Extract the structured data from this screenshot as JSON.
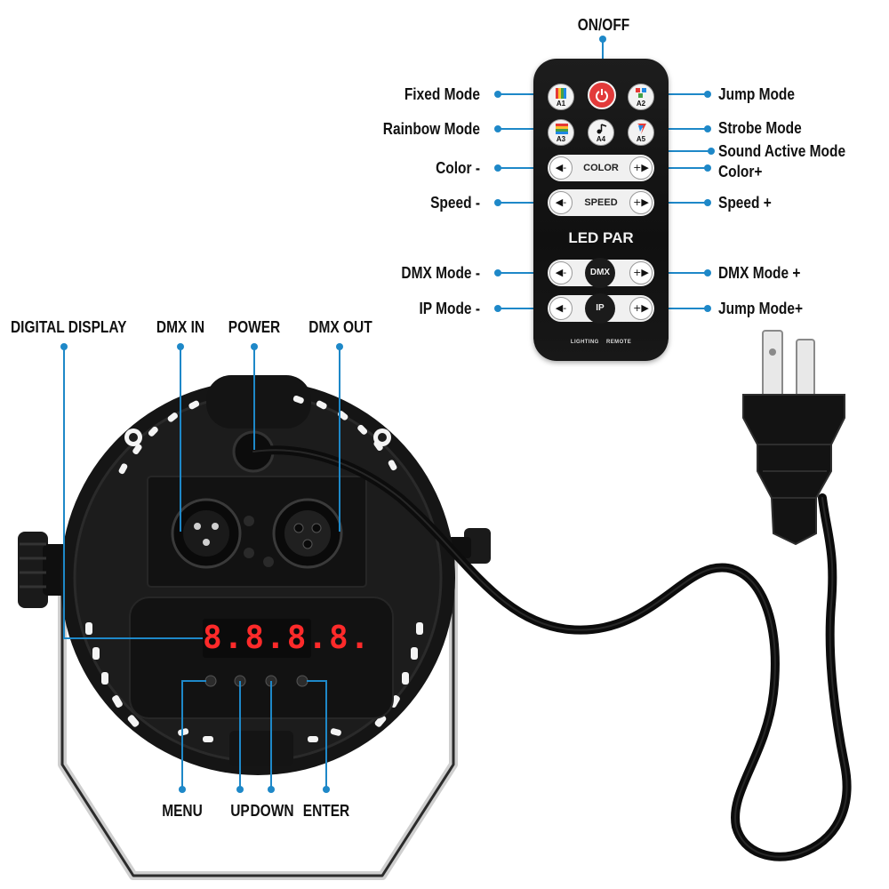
{
  "remote": {
    "title": "LED PAR",
    "footer_left": "LIGHTING",
    "footer_right": "REMOTE",
    "buttons": {
      "a1": "A1",
      "a2": "A2",
      "a3": "A3",
      "a4": "A4",
      "a5": "A5",
      "color": "COLOR",
      "speed": "SPEED",
      "dmx": "DMX",
      "ip": "IP",
      "minus": "-",
      "plus": "+"
    }
  },
  "labels": {
    "on_off": "ON/OFF",
    "fixed_mode": "Fixed Mode",
    "jump_mode": "Jump Mode",
    "rainbow_mode": "Rainbow Mode",
    "strobe_mode": "Strobe Mode",
    "sound_active_mode": "Sound Active Mode",
    "color_minus": "Color -",
    "color_plus": "Color+",
    "speed_minus": "Speed -",
    "speed_plus": "Speed +",
    "dmx_mode_minus": "DMX Mode -",
    "dmx_mode_plus": "DMX Mode +",
    "ip_mode_minus": "IP Mode -",
    "jump_mode_plus": "Jump Mode+",
    "digital_display": "DIGITAL DISPLAY",
    "dmx_in": "DMX IN",
    "power": "POWER",
    "dmx_out": "DMX OUT",
    "menu": "MENU",
    "up": "UP",
    "down": "DOWN",
    "enter": "ENTER"
  },
  "display": {
    "readout": "8.8.8.8."
  },
  "colors": {
    "callout": "#1e88c8",
    "power_button": "#e23a3a",
    "display_digits": "#ff2a2a",
    "body": "#111111"
  }
}
